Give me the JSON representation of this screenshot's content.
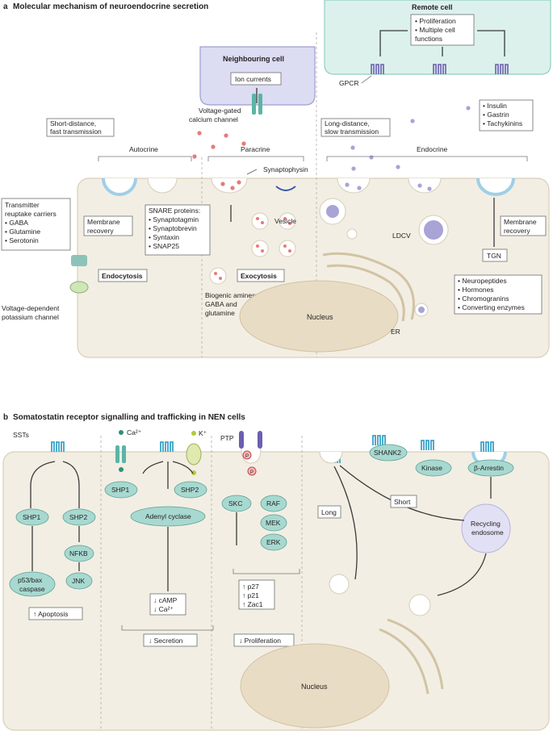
{
  "panel_a": {
    "label": "a",
    "title": "Molecular mechanism of neuroendocrine secretion",
    "remote_cell": {
      "title": "Remote cell",
      "effects": [
        "• Proliferation",
        "• Multiple cell",
        "  functions"
      ],
      "gpcr": "GPCR"
    },
    "neighbouring_cell": {
      "title": "Neighbouring cell",
      "ion_currents": "Ion currents",
      "channel_line1": "Voltage-gated",
      "channel_line2": "calcium channel"
    },
    "hormones_box": [
      "• Insulin",
      "• Gastrin",
      "• Tachykinins"
    ],
    "short_distance": [
      "Short-distance,",
      "fast transmission"
    ],
    "long_distance": [
      "Long-distance,",
      "slow transmission"
    ],
    "modes": {
      "autocrine": "Autocrine",
      "paracrine": "Paracrine",
      "endocrine": "Endocrine"
    },
    "synaptophysin": "Synaptophysin",
    "transmitter_box": [
      "Transmitter",
      "reuptake carriers",
      "• GABA",
      "• Glutamine",
      "• Serotonin"
    ],
    "membrane_recovery_left": [
      "Membrane",
      "recovery"
    ],
    "membrane_recovery_right": [
      "Membrane",
      "recovery"
    ],
    "snare_box": [
      "SNARE proteins:",
      "• Synaptotagmin",
      "• Synaptobrevin",
      "• Syntaxin",
      "• SNAP25"
    ],
    "vesicle": "Vesicle",
    "ldcv": "LDCV",
    "tgn": "TGN",
    "endocytosis": "Endocytosis",
    "exocytosis": "Exocytosis",
    "biogenic": [
      "Biogenic amines,",
      "GABA and",
      "glutamine"
    ],
    "potassium_channel": [
      "Voltage-dependent",
      "potassium channel"
    ],
    "nucleus": "Nucleus",
    "er": "ER",
    "products_box": [
      "• Neuropeptides",
      "• Hormones",
      "• Chromogranins",
      "• Converting enzymes"
    ]
  },
  "panel_b": {
    "label": "b",
    "title": "Somatostatin receptor signalling and trafficking in NEN cells",
    "ssts": "SSTs",
    "ca": "Ca²⁺",
    "k": "K⁺",
    "ptp": "PTP",
    "p": "P",
    "col1": {
      "shp1": "SHP1",
      "shp2": "SHP2",
      "p53": [
        "p53/bax",
        "caspase"
      ],
      "nfkb": "NFKB",
      "jnk": "JNK",
      "result": "↑ Apoptosis"
    },
    "col2": {
      "shp1": "SHP1",
      "shp2": "SHP2",
      "adenyl": "Adenyl cyclase",
      "camp": "↓ cAMP",
      "ca2": "↓ Ca²⁺",
      "result": "↓ Secretion"
    },
    "col3": {
      "skc": "SKC",
      "raf": "RAF",
      "mek": "MEK",
      "erk": "ERK",
      "p27": "↑ p27",
      "p21": "↑ p21",
      "zac1": "↑ Zac1",
      "result": "↓ Proliferation"
    },
    "col4": {
      "shank2": "SHANK2",
      "kinase": "Kinase",
      "barrestin": "β-Arrestin",
      "long": "Long",
      "short": "Short",
      "recycling": [
        "Recycling",
        "endosome"
      ]
    },
    "nucleus": "Nucleus"
  }
}
